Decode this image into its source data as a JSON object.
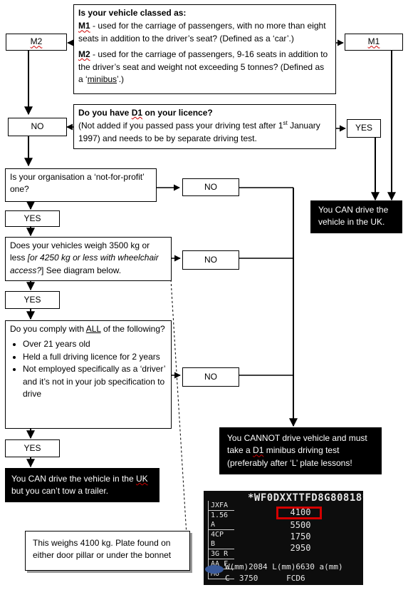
{
  "q1": {
    "title": "Is your vehicle classed as:",
    "m1_code": "M1",
    "m1_text": " - used for the carriage of passengers, with no more than eight seats in addition to the driver’s seat? (Defined as a ‘car’.)",
    "m2_code": "M2",
    "m2_text": " - used for the carriage of passengers, 9-16 seats in addition to the driver’s seat and weight not exceeding 5 tonnes? (Defined as a ‘",
    "m2_minibus": "minibus",
    "m2_end": "’.)"
  },
  "m2_label": "M2",
  "m1_label": "M1",
  "q2": {
    "title_pre": "Do you have ",
    "title_code": "D1",
    "title_post": " on your licence?",
    "text_pre": "(Not added if you passed pass your driving test after 1",
    "text_sup": "st",
    "text_post": " January 1997) and needs to be by separate driving test."
  },
  "no1_label": "NO",
  "yes_right_label": "YES",
  "can_drive_uk": "You CAN drive the vehicle in the UK.",
  "q3": {
    "text": "Is your organisation a ‘not-for-profit’ one?"
  },
  "no3_label": "NO",
  "yes3_label": "YES",
  "q4": {
    "text_pre": "Does your vehicles weigh 3500 kg or less ",
    "text_italic": "[or 4250 kg or less with wheelchair access?",
    "text_post": "] See diagram below."
  },
  "no4_label": "NO",
  "yes4_label": "YES",
  "q5": {
    "title_pre": "Do you comply with ",
    "title_all": "ALL",
    "title_post": " of the following?",
    "bullets": [
      "Over 21 years old",
      "Held a full driving licence for 2 years",
      "Not employed specifically as a ‘driver’ and it’s not in your job specification to drive"
    ]
  },
  "no5_label": "NO",
  "yes5_label": "YES",
  "can_drive_no_trailer": {
    "line1": "You CAN drive the vehicle in the",
    "uk": "UK",
    "line2": " but you can’t tow a trailer."
  },
  "cannot_drive": {
    "pre": "You CANNOT drive vehicle and must take a ",
    "code": "D1",
    "post": " minibus driving test (preferably after ‘L’ plate lessons!"
  },
  "callout": "This weighs 4100 kg. Plate found on either door pillar or under the bonnet",
  "plate": {
    "vin": "*WF0DXXTTFD8G80818*",
    "codes": [
      "JXFA",
      "1.56",
      "4CP",
      "3G",
      "AA",
      "M6"
    ],
    "code_letters": [
      "",
      "A",
      "B",
      "R",
      "F",
      ""
    ],
    "values": [
      "4100",
      "5500",
      "1750",
      "2950"
    ],
    "dims": "W(mm)2084 L(mm)6630 a(mm)",
    "bottom_c": "C",
    "bottom_num": "3750",
    "bottom_code": "FCD6"
  },
  "colors": {
    "highlight": "#d40000",
    "box_fill": "#000000"
  }
}
